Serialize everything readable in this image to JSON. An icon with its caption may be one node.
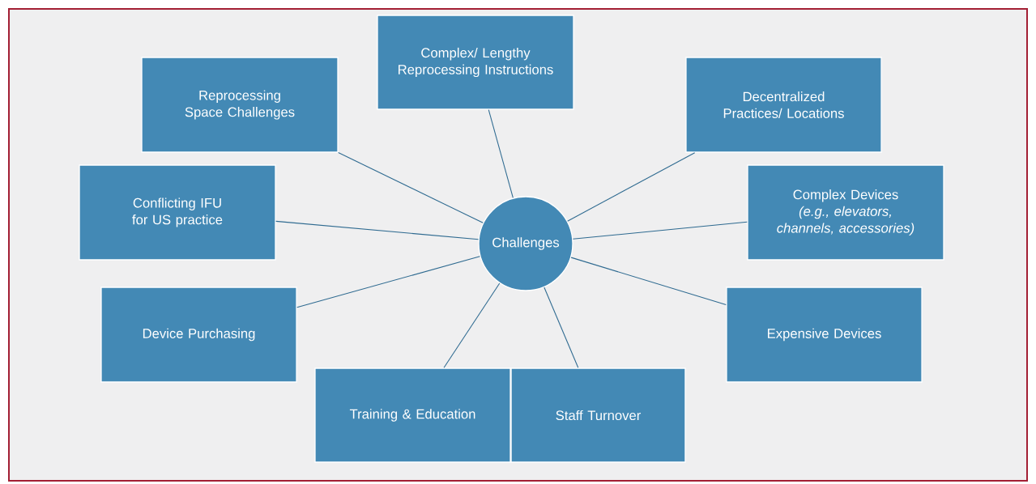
{
  "diagram": {
    "nodes": [
      {
        "text": [
          "Complex/ Lengthy Reprocessing Instructions"
        ]
      },
      {
        "text": [
          "Reprocessing Space Challenges"
        ]
      },
      {
        "text": [
          "Decentralized Practices/ Locations"
        ]
      },
      {
        "text": [
          "Conflicting IFU for US practice"
        ]
      },
      {
        "text": [
          "Complex Devices *(e.g., elevators, channels, accessories)*"
        ]
      },
      {
        "text": [
          "Challenges"
        ]
      },
      {
        "text": [
          "Device Purchasing"
        ]
      },
      {
        "text": [
          "Expensive Devices"
        ]
      },
      {
        "text": [
          "Training & Education"
        ]
      },
      {
        "text": [
          "Staff Turnover"
        ]
      }
    ],
    "edges": [
      {
        "from": 5,
        "to": 0,
        "arrow": "none"
      },
      {
        "from": 5,
        "to": 1,
        "arrow": "none"
      },
      {
        "from": 5,
        "to": 2,
        "arrow": "none"
      },
      {
        "from": 5,
        "to": 3,
        "arrow": "none"
      },
      {
        "from": 5,
        "to": 4,
        "arrow": "none"
      },
      {
        "from": 5,
        "to": 6,
        "arrow": "none"
      },
      {
        "from": 5,
        "to": 7,
        "arrow": "none"
      },
      {
        "from": 5,
        "to": 8,
        "arrow": "none"
      },
      {
        "from": 5,
        "to": 9,
        "arrow": "none"
      }
    ]
  }
}
